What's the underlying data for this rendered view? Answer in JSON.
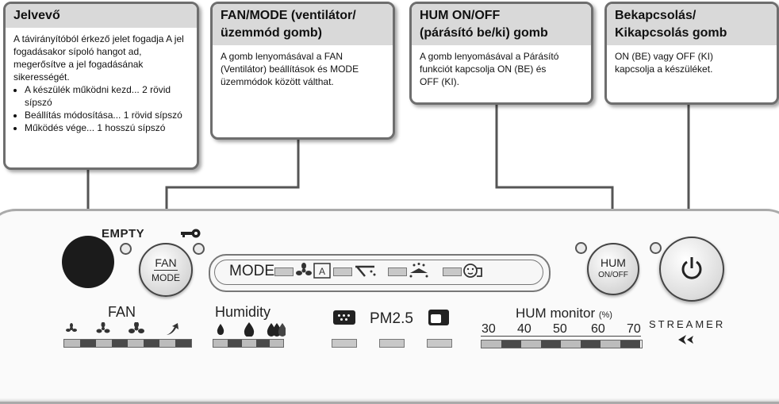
{
  "callouts": {
    "receiver": {
      "title": "Jelvevő",
      "text": "A távirányítóból érkező jelet fogadja A jel fogadásakor sípoló hangot ad, megerősítve a jel fogadásának sikerességét.",
      "bullets": [
        "A készülék működni kezd... 2 rövid sípszó",
        "Beállítás módosítása... 1 rövid sípszó",
        "Működés vége... 1 hosszú sípszó"
      ]
    },
    "fan_mode": {
      "title_line1": "FAN/MODE (ventilátor/",
      "title_line2": "üzemmód gomb)",
      "text": "A gomb lenyomásával a FAN (Ventilátor) beállítások és MODE üzemmódok között válthat."
    },
    "hum": {
      "title_line1": "HUM ON/OFF",
      "title_line2": "(párásító be/ki) gomb",
      "text": "A gomb lenyomásával a Párásító funkciót kapcsolja ON (BE) és OFF (KI)."
    },
    "power": {
      "title_line1": "Bekapcsolás/",
      "title_line2": "Kikapcsolás gomb",
      "text": "ON (BE) vagy OFF (KI) kapcsolja a készüléket."
    }
  },
  "panel": {
    "empty_label": "EMPTY",
    "fan_button_top": "FAN",
    "fan_button_bottom": "MODE",
    "mode_label": "MODE",
    "hum_button_top": "HUM",
    "hum_button_bottom": "ON/OFF",
    "fan_label": "FAN",
    "humidity_label": "Humidity",
    "pm_label": "PM2.5",
    "hum_monitor_label": "HUM monitor",
    "hum_monitor_unit": "(%)",
    "hum_scale": [
      "30",
      "40",
      "50",
      "60",
      "70"
    ],
    "streamer_label": "STREAMER"
  },
  "icons": {
    "power": "power-icon",
    "key": "key-icon",
    "fan_speeds": [
      "fan-low-icon",
      "fan-mid-icon",
      "fan-high-icon",
      "turbo-icon"
    ],
    "droplets": [
      "drop-low-icon",
      "drop-mid-icon",
      "drop-high-icon"
    ],
    "streamer": "streamer-icon"
  }
}
